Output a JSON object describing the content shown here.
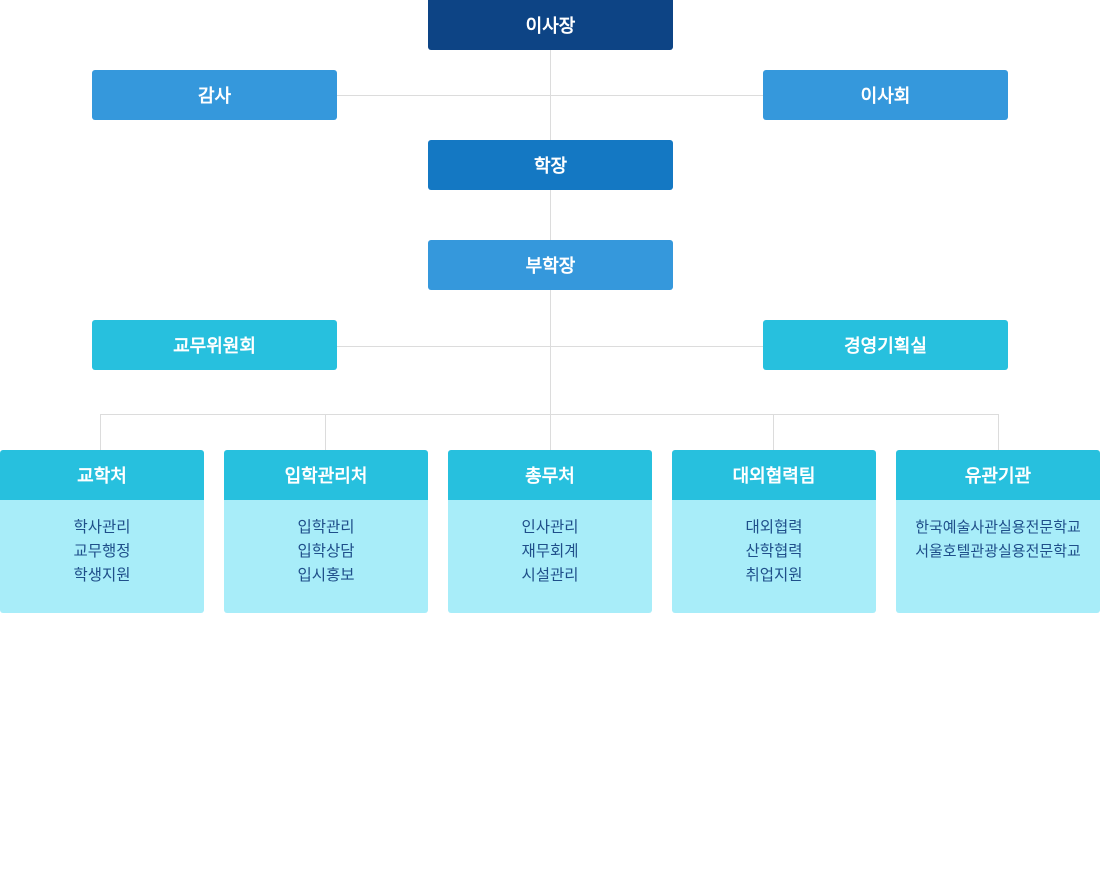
{
  "colors": {
    "chairman": "#0d4485",
    "tier_blue": "#3598dc",
    "president": "#1478c3",
    "cyan": "#27c0de",
    "light_cyan": "#a8edf9",
    "connector": "#dcdcdc",
    "body_text": "#1f4f8a"
  },
  "top": {
    "chairman": "이사장",
    "auditor": "감사",
    "board": "이사회",
    "president": "학장",
    "vice_president": "부학장",
    "academic_committee": "교무위원회",
    "planning_office": "경영기획실"
  },
  "departments": [
    {
      "name": "교학처",
      "items": [
        "학사관리",
        "교무행정",
        "학생지원"
      ]
    },
    {
      "name": "입학관리처",
      "items": [
        "입학관리",
        "입학상담",
        "입시홍보"
      ]
    },
    {
      "name": "총무처",
      "items": [
        "인사관리",
        "재무회계",
        "시설관리"
      ]
    },
    {
      "name": "대외협력팀",
      "items": [
        "대외협력",
        "산학협력",
        "취업지원"
      ]
    },
    {
      "name": "유관기관",
      "items": [
        "한국예술사관실용전문학교",
        "서울호텔관광실용전문학교"
      ]
    }
  ]
}
